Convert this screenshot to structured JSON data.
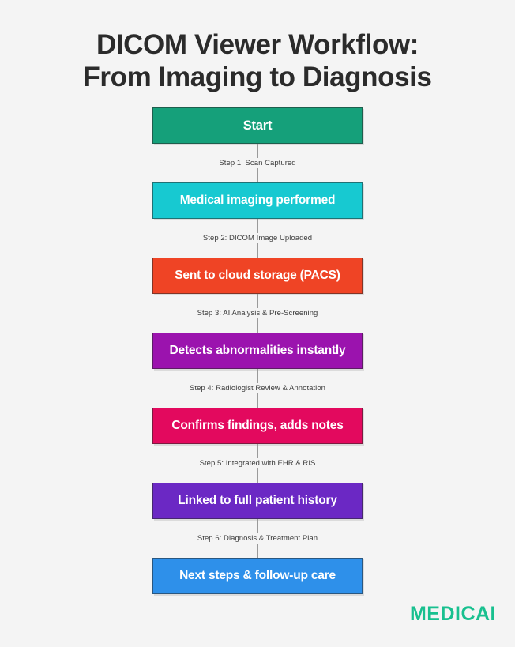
{
  "background_color": "#f4f4f4",
  "title": {
    "line1": "DICOM Viewer Workflow:",
    "line2": "From Imaging to Diagnosis",
    "color": "#2b2b2b"
  },
  "chart_data": {
    "type": "flowchart",
    "title": "DICOM Viewer Workflow: From Imaging to Diagnosis",
    "orientation": "vertical",
    "nodes": [
      {
        "id": "n1",
        "label": "Start",
        "color": "#15a07a"
      },
      {
        "id": "n2",
        "label": "Medical imaging performed",
        "color": "#17c9d1"
      },
      {
        "id": "n3",
        "label": "Sent to cloud storage (PACS)",
        "color": "#ef4425"
      },
      {
        "id": "n4",
        "label": "Detects abnormalities instantly",
        "color": "#9b13ae"
      },
      {
        "id": "n5",
        "label": "Confirms findings, adds notes",
        "color": "#e3095e"
      },
      {
        "id": "n6",
        "label": "Linked to full patient history",
        "color": "#6b28c4"
      },
      {
        "id": "n7",
        "label": "Next steps & follow-up care",
        "color": "#2e90ea"
      }
    ],
    "edges": [
      {
        "from": "n1",
        "to": "n2",
        "label": "Step 1: Scan Captured"
      },
      {
        "from": "n2",
        "to": "n3",
        "label": "Step 2: DICOM Image Uploaded"
      },
      {
        "from": "n3",
        "to": "n4",
        "label": "Step 3: AI Analysis & Pre-Screening"
      },
      {
        "from": "n4",
        "to": "n5",
        "label": "Step 4: Radiologist Review & Annotation"
      },
      {
        "from": "n5",
        "to": "n6",
        "label": "Step 5: Integrated with EHR & RIS"
      },
      {
        "from": "n6",
        "to": "n7",
        "label": "Step 6: Diagnosis & Treatment Plan"
      }
    ]
  },
  "logo": {
    "text": "MEDICAI",
    "color": "#18c08f"
  }
}
